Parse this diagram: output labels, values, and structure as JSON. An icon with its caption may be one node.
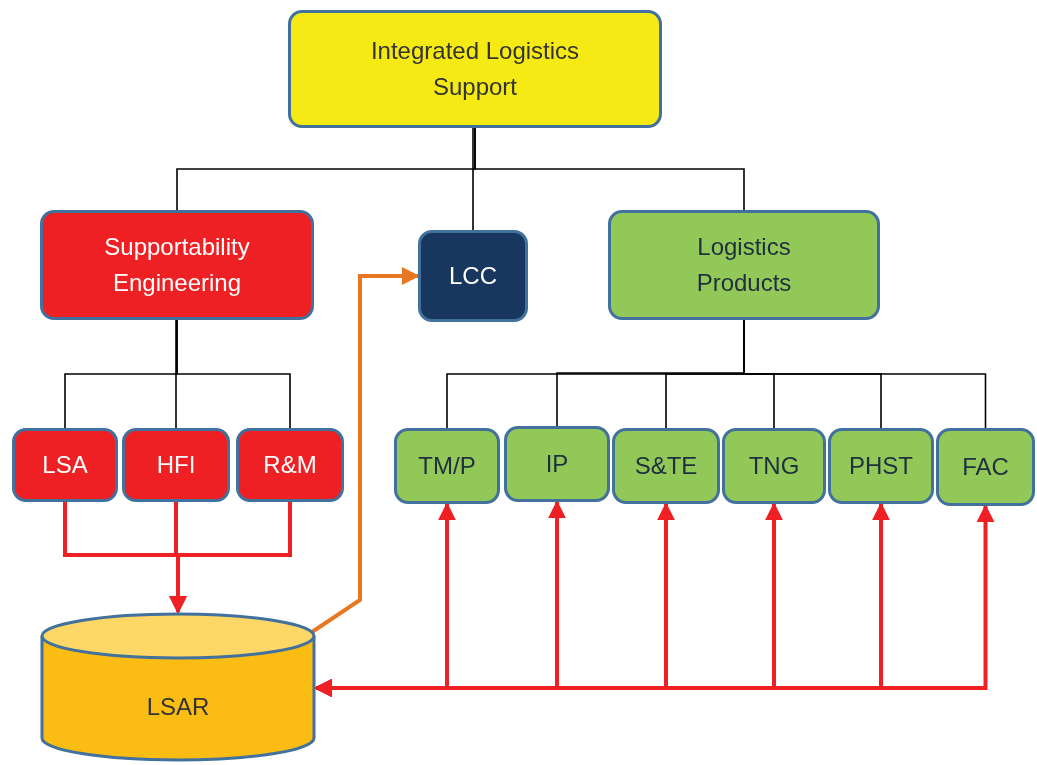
{
  "diagram": {
    "nodes": [
      {
        "text": [
          "Integrated Logistics Support"
        ]
      },
      {
        "text": [
          "Supportability Engineering"
        ]
      },
      {
        "text": [
          "LCC"
        ]
      },
      {
        "text": [
          "Logistics Products"
        ]
      },
      {
        "text": [
          "LSA"
        ]
      },
      {
        "text": [
          "HFI"
        ]
      },
      {
        "text": [
          "R&M"
        ]
      },
      {
        "text": [
          "TM/P"
        ]
      },
      {
        "text": [
          "IP"
        ]
      },
      {
        "text": [
          "S&TE"
        ]
      },
      {
        "text": [
          "TNG"
        ]
      },
      {
        "text": [
          "PHST"
        ]
      },
      {
        "text": [
          "FAC"
        ]
      },
      {
        "text": [
          "LSAR"
        ]
      }
    ],
    "edges": [
      {
        "from": 0,
        "to": 1,
        "arrow": "none"
      },
      {
        "from": 0,
        "to": 2,
        "arrow": "none"
      },
      {
        "from": 0,
        "to": 3,
        "arrow": "none"
      },
      {
        "from": 1,
        "to": 4,
        "arrow": "none"
      },
      {
        "from": 1,
        "to": 5,
        "arrow": "none"
      },
      {
        "from": 1,
        "to": 6,
        "arrow": "none"
      },
      {
        "from": 3,
        "to": 7,
        "arrow": "none"
      },
      {
        "from": 3,
        "to": 8,
        "arrow": "none"
      },
      {
        "from": 3,
        "to": 9,
        "arrow": "none"
      },
      {
        "from": 3,
        "to": 10,
        "arrow": "none"
      },
      {
        "from": 3,
        "to": 11,
        "arrow": "none"
      },
      {
        "from": 3,
        "to": 12,
        "arrow": "none"
      },
      {
        "from": 4,
        "to": 13,
        "arrow": "to",
        "style": "thick",
        "color": "#ee2024"
      },
      {
        "from": 5,
        "to": 13,
        "arrow": "to",
        "style": "thick",
        "color": "#ee2024"
      },
      {
        "from": 6,
        "to": 13,
        "arrow": "to",
        "style": "thick",
        "color": "#ee2024"
      },
      {
        "from": 13,
        "to": 2,
        "arrow": "to",
        "style": "thick",
        "color": "#e87722"
      },
      {
        "from": 13,
        "to": 7,
        "arrow": "both",
        "style": "thick",
        "color": "#ee2024"
      },
      {
        "from": 13,
        "to": 8,
        "arrow": "both",
        "style": "thick",
        "color": "#ee2024"
      },
      {
        "from": 13,
        "to": 9,
        "arrow": "both",
        "style": "thick",
        "color": "#ee2024"
      },
      {
        "from": 13,
        "to": 10,
        "arrow": "both",
        "style": "thick",
        "color": "#ee2024"
      },
      {
        "from": 13,
        "to": 11,
        "arrow": "both",
        "style": "thick",
        "color": "#ee2024"
      },
      {
        "from": 13,
        "to": 12,
        "arrow": "both",
        "style": "thick",
        "color": "#ee2024"
      }
    ]
  }
}
